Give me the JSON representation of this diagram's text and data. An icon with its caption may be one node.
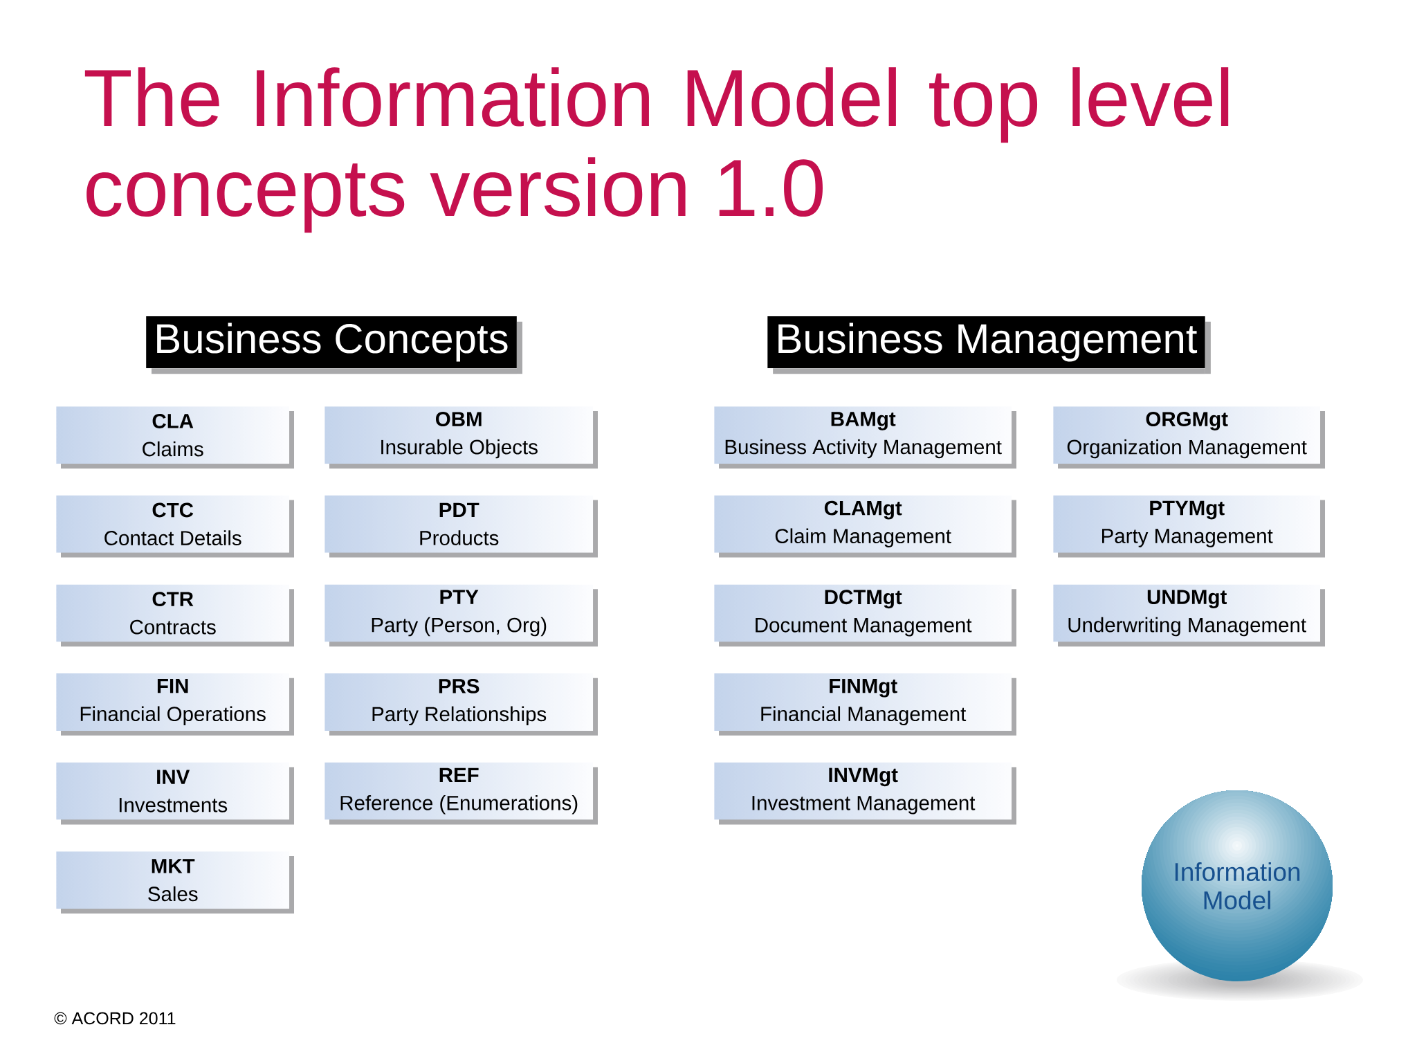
{
  "diagram": {
    "title": "The Information Model top level concepts version 1.0",
    "nodes": [
      {
        "text": [
          "Business Concepts"
        ]
      },
      {
        "text": [
          "CLA",
          "Claims"
        ]
      },
      {
        "text": [
          "OBM",
          "Insurable Objects"
        ]
      },
      {
        "text": [
          "CTC",
          "Contact Details"
        ]
      },
      {
        "text": [
          "PDT",
          "Products"
        ]
      },
      {
        "text": [
          "CTR",
          "Contracts"
        ]
      },
      {
        "text": [
          "PTY",
          "Party (Person, Org)"
        ]
      },
      {
        "text": [
          "FIN",
          "Financial Operations"
        ]
      },
      {
        "text": [
          "PRS",
          "Party Relationships"
        ]
      },
      {
        "text": [
          "INV",
          "Investments"
        ]
      },
      {
        "text": [
          "REF",
          "Reference (Enumerations)"
        ]
      },
      {
        "text": [
          "MKT",
          "Sales"
        ]
      },
      {
        "text": [
          "Business Management"
        ]
      },
      {
        "text": [
          "BAMgt",
          "Business Activity Management"
        ]
      },
      {
        "text": [
          "ORGMgt",
          "Organization Management"
        ]
      },
      {
        "text": [
          "CLAMgt",
          "Claim Management"
        ]
      },
      {
        "text": [
          "PTYMgt",
          "Party Management"
        ]
      },
      {
        "text": [
          "DCTMgt",
          "Document Management"
        ]
      },
      {
        "text": [
          "UNDMgt",
          "Underwriting Management"
        ]
      },
      {
        "text": [
          "FINMgt",
          "Financial Management"
        ]
      },
      {
        "text": [
          "INVMgt",
          "Investment Management"
        ]
      },
      {
        "text": [
          "Information Model"
        ]
      }
    ],
    "labels": [
      "© ACORD 2011"
    ]
  }
}
